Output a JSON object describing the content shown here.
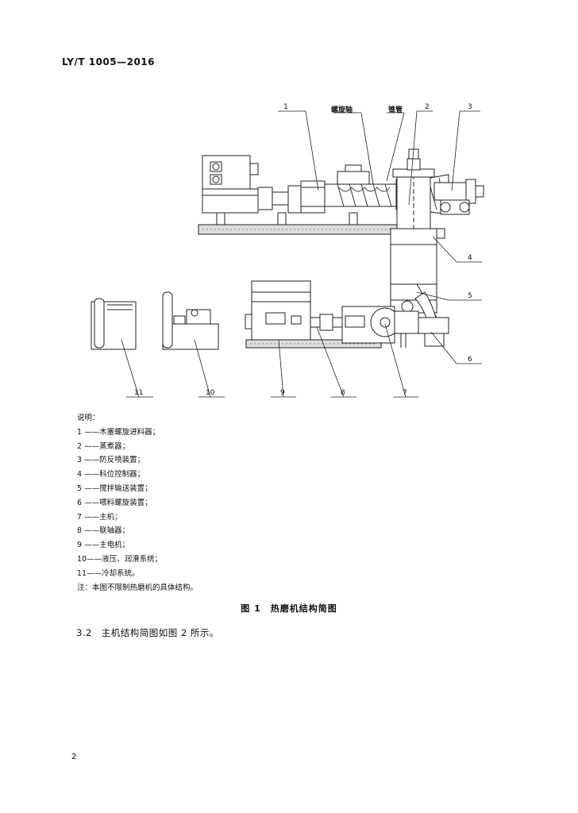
{
  "header": {
    "doc_code": "LY/T 1005—2016"
  },
  "figure": {
    "callouts": [
      "1",
      "螺旋轴",
      "锥管",
      "2",
      "3",
      "4",
      "5",
      "6",
      "7",
      "8",
      "9",
      "10",
      "11"
    ]
  },
  "legend": {
    "title": "说明：",
    "items": [
      "1 ——木塞螺旋进料器；",
      "2 ——蒸煮器；",
      "3 ——防反喷装置；",
      "4 ——料位控制器；",
      "5 ——搅拌输送装置；",
      "6 ——喂料螺旋装置；",
      "7 ——主机；",
      "8 ——联轴器；",
      "9 ——主电机；",
      "10——液压、润滑系统；",
      "11——冷却系统。"
    ],
    "note": "注：本图不限制热磨机的具体结构。"
  },
  "caption": "图 1　热磨机结构简图",
  "section": "3.2　主机结构简图如图 2 所示。",
  "page_number": "2"
}
